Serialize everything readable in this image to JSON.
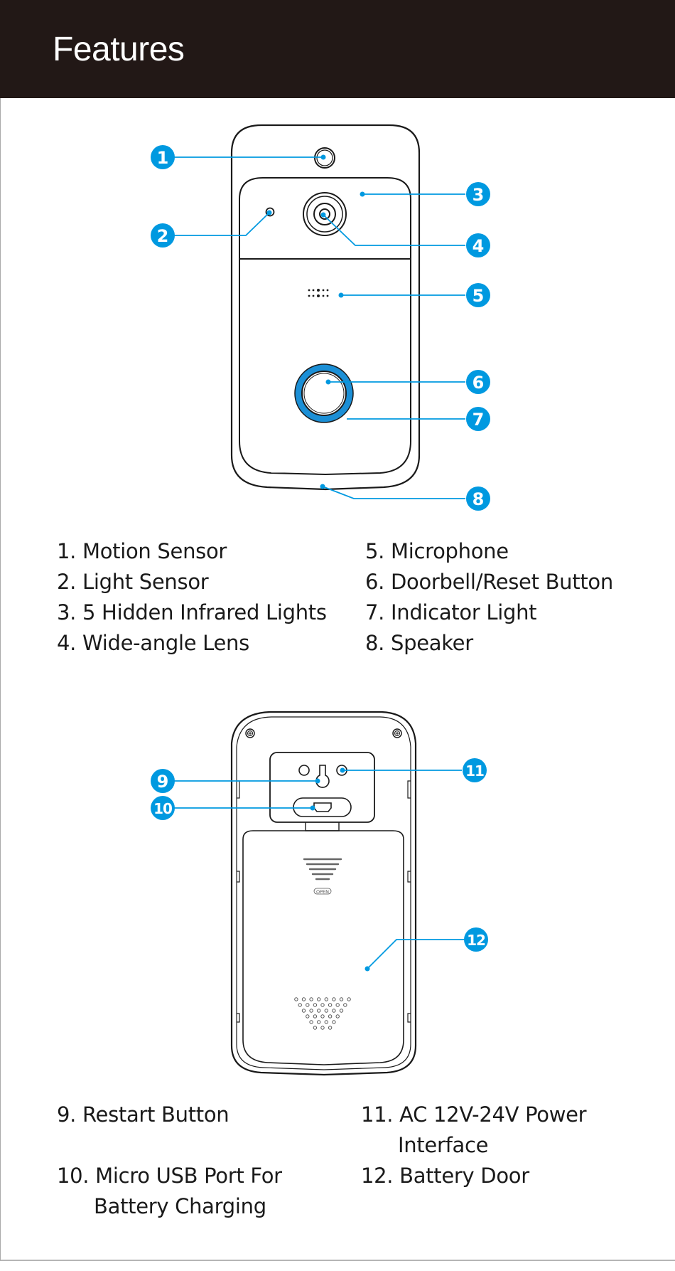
{
  "header": {
    "title": "Features"
  },
  "colors": {
    "header_bg": "#221816",
    "accent": "#0099e0",
    "ring": "#1b8fd6",
    "line": "#1a1a1a"
  },
  "front_view": {
    "callouts": [
      "1",
      "2",
      "3",
      "4",
      "5",
      "6",
      "7",
      "8"
    ],
    "legend_left": [
      "1. Motion Sensor",
      "2. Light Sensor",
      "3. 5 Hidden Infrared Lights",
      "4. Wide-angle Lens"
    ],
    "legend_right": [
      "5. Microphone",
      "6. Doorbell/Reset Button",
      "7. Indicator Light",
      "8. Speaker"
    ]
  },
  "back_view": {
    "callouts": [
      "9",
      "10",
      "11",
      "12"
    ],
    "open_label": "OPEN",
    "legend_left": [
      {
        "line1": "9. Restart Button",
        "line2": ""
      },
      {
        "line1": "10. Micro USB Port For",
        "line2": "Battery Charging"
      }
    ],
    "legend_right": [
      {
        "line1": "11. AC 12V-24V Power",
        "line2": "Interface"
      },
      {
        "line1": "12. Battery Door",
        "line2": ""
      }
    ]
  }
}
